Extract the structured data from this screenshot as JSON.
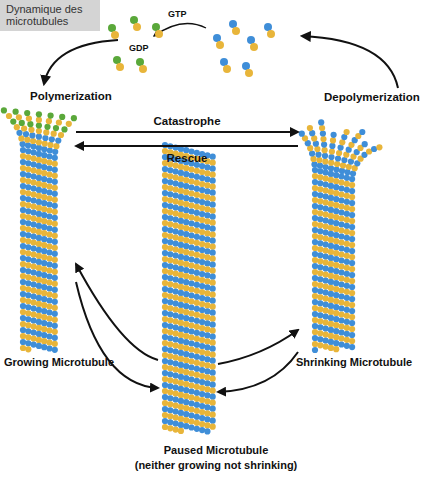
{
  "diagram": {
    "title": "Dynamique des microtubules",
    "nodes": [
      {
        "text": [
          "Growing Microtubule"
        ]
      },
      {
        "text": [
          "Shrinking Microtubule"
        ]
      },
      {
        "text": [
          "Paused Microtubule",
          "(neither growing not shrinking)"
        ]
      }
    ],
    "edges": [
      {
        "from": 0,
        "to": 1,
        "label": "Catastrophe",
        "arrow": "to"
      },
      {
        "from": 1,
        "to": 0,
        "label": "Rescue",
        "arrow": "to"
      },
      {
        "from": 0,
        "to": 2,
        "arrow": "to"
      },
      {
        "from": 2,
        "to": 0,
        "arrow": "to"
      },
      {
        "from": 1,
        "to": 2,
        "arrow": "to"
      },
      {
        "from": 2,
        "to": 1,
        "arrow": "to"
      }
    ],
    "labels": [
      "GTP",
      "GDP",
      "Polymerization",
      "Depolymerization"
    ]
  }
}
